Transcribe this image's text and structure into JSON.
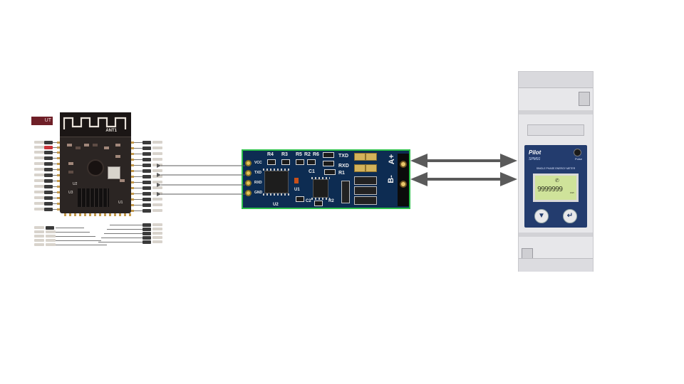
{
  "mcu": {
    "antenna_label": "ANT1",
    "gpio_badge": "UT",
    "chip_labels": [
      "U2",
      "U3",
      "U1"
    ]
  },
  "rs485": {
    "top_labels": [
      "R4",
      "R3",
      "R5",
      "R2",
      "R6"
    ],
    "txd_label": "TXD",
    "rxd_label": "RXD",
    "r1_label": "R1",
    "c1_label": "C1",
    "c2_label": "C2",
    "r2_label": "R2",
    "u2_label": "U2",
    "u1_label": "U1",
    "pins": [
      "VCC",
      "TXD",
      "RXD",
      "GND"
    ],
    "a_label": "A+",
    "b_label": "B-"
  },
  "meter": {
    "brand": "Pilot",
    "model": "SPM91",
    "pulse_label": "Pulse",
    "title": "SINGLE PHASE ENERGY METER",
    "display_value": "9999999",
    "unit": "kWh",
    "phone_icon": "phone-icon",
    "down_button_icon": "down-arrow-icon",
    "enter_button_icon": "enter-icon"
  },
  "connections": {
    "mcu_to_rs485": 4,
    "rs485_to_meter": 2,
    "arrow_color": "#5a5a5a"
  }
}
